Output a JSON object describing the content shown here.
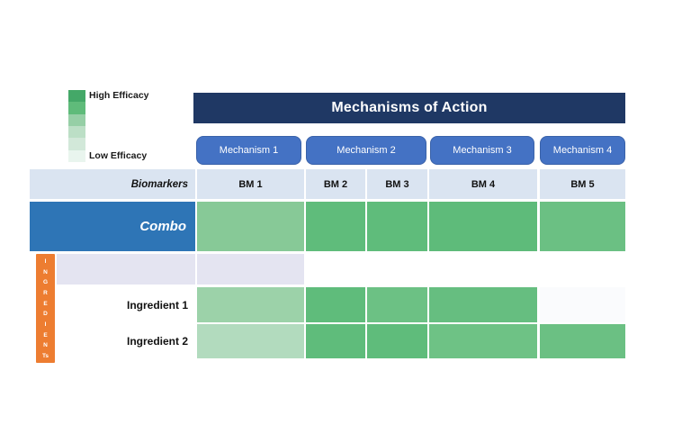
{
  "legend": {
    "high_label": "High Efficacy",
    "low_label": "Low Efficacy",
    "gradient": [
      "#44A868",
      "#5FBB7A",
      "#96CFA6",
      "#BCDFC6",
      "#D2E8D9",
      "#E9F5EE"
    ]
  },
  "header": {
    "title": "Mechanisms of Action"
  },
  "mechanisms": [
    {
      "label": "Mechanism 1"
    },
    {
      "label": "Mechanism 2"
    },
    {
      "label": "Mechanism 3"
    },
    {
      "label": "Mechanism 4"
    }
  ],
  "biomarkers": {
    "row_label": "Biomarkers",
    "columns": [
      "BM 1",
      "BM 2",
      "BM 3",
      "BM 4",
      "BM 5"
    ]
  },
  "combo": {
    "label": "Combo",
    "cells": [
      "#87C997",
      "#5FBC7B",
      "#5FBC7B",
      "#5EBB7A",
      "#6BC083"
    ]
  },
  "ingredients_bar": {
    "label": "INGREDIENTs",
    "letters": [
      "I",
      "N",
      "G",
      "R",
      "E",
      "D",
      "I",
      "E",
      "N",
      "Ts"
    ],
    "color": "#ED7D31"
  },
  "ingredients": [
    {
      "label": "Ingredient 1",
      "cells": [
        "#9CD2A9",
        "#5FBC7B",
        "#6CC184",
        "#66BE80",
        "#FAFBFD"
      ]
    },
    {
      "label": "Ingredient 2",
      "cells": [
        "#B2DBBE",
        "#5FBC7B",
        "#5FBC7B",
        "#6EC285",
        "#6BC083"
      ]
    }
  ],
  "colors": {
    "banner_navy": "#1F3864",
    "button_blue": "#4472C4",
    "button_border": "#3A62A9",
    "header_row_bg": "#DAE4F1",
    "combo_blue": "#2E75B6",
    "spacer_lavender": "#E4E4F1",
    "ingredients_orange": "#ED7D31"
  },
  "chart_data": {
    "type": "heatmap",
    "title": "Mechanisms of Action",
    "columns": [
      "BM 1",
      "BM 2",
      "BM 3",
      "BM 4",
      "BM 5"
    ],
    "rows": [
      "Combo",
      "Ingredient 1",
      "Ingredient 2"
    ],
    "mechanism_column_spans": {
      "Mechanism 1": [
        "BM 1"
      ],
      "Mechanism 2": [
        "BM 2",
        "BM 3"
      ],
      "Mechanism 3": [
        "BM 4"
      ],
      "Mechanism 4": [
        "BM 5"
      ]
    },
    "legend": {
      "high": "High Efficacy",
      "low": "Low Efficacy"
    },
    "values_efficacy_0to1": [
      [
        0.6,
        0.85,
        0.85,
        0.85,
        0.8
      ],
      [
        0.55,
        0.85,
        0.75,
        0.8,
        0.03
      ],
      [
        0.4,
        0.85,
        0.85,
        0.75,
        0.8
      ]
    ],
    "cell_colors": [
      [
        "#87C997",
        "#5FBC7B",
        "#5FBC7B",
        "#5EBB7A",
        "#6BC083"
      ],
      [
        "#9CD2A9",
        "#5FBC7B",
        "#6CC184",
        "#66BE80",
        "#FAFBFD"
      ],
      [
        "#B2DBBE",
        "#5FBC7B",
        "#5FBC7B",
        "#6EC285",
        "#6BC083"
      ]
    ]
  }
}
